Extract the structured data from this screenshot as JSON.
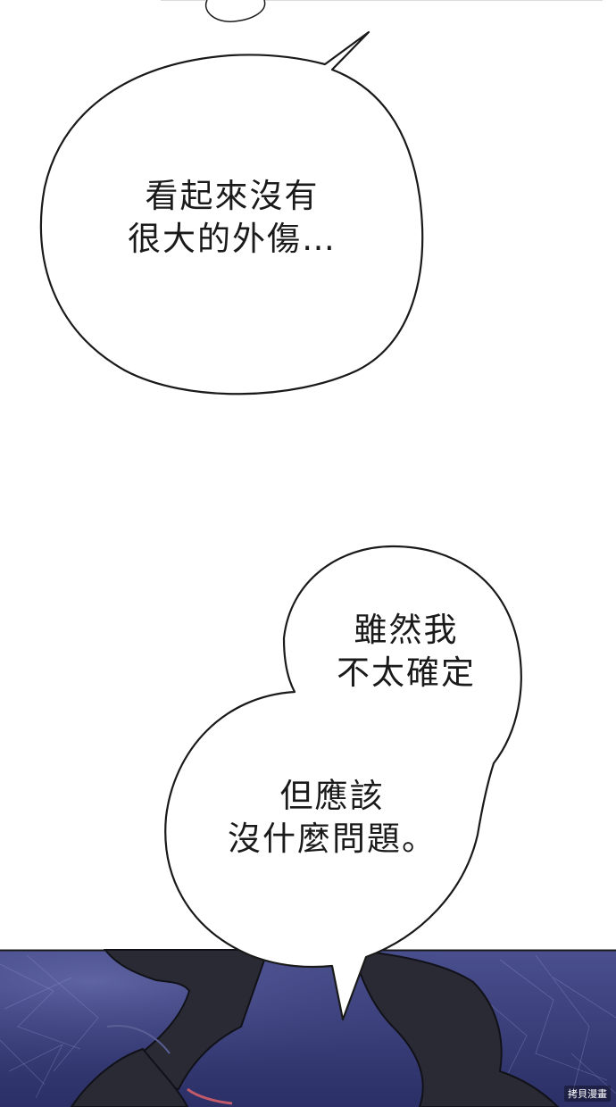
{
  "bubble1": {
    "line1": "看起來沒有",
    "line2": "很大的外傷…"
  },
  "bubble2_upper": {
    "line1": "雖然我",
    "line2": "不太確定"
  },
  "bubble2_lower": {
    "line1": "但應該",
    "line2": "沒什麼問題。"
  },
  "watermark": "拷貝漫畫",
  "colors": {
    "background": "#ffffff",
    "bubble_outline": "#1a1a1a",
    "night_sky": "#3a3f7a",
    "hair": "#2a2a35"
  }
}
